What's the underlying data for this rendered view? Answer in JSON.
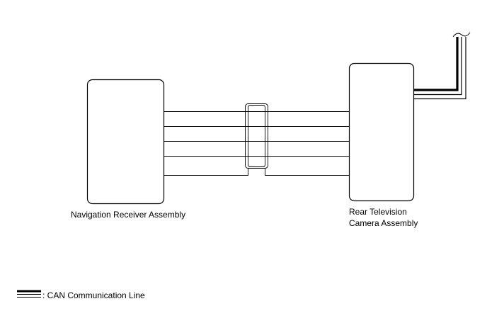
{
  "components": {
    "navigation_receiver": {
      "label": "Navigation Receiver Assembly"
    },
    "rear_camera": {
      "label_line1": "Rear Television",
      "label_line2": "Camera Assembly"
    }
  },
  "harness": {
    "wire_count": 5,
    "shielded": true
  },
  "legend": {
    "can_line_text": ": CAN Communication Line"
  },
  "colors": {
    "line": "#000000",
    "background": "#ffffff"
  }
}
